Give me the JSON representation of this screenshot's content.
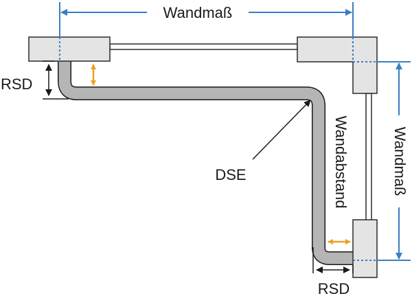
{
  "labels": {
    "wall_width_top": "Wandmaß",
    "wall_width_right": "Wandmaß",
    "wall_distance": "Wandabstand",
    "dse": "DSE",
    "rsd_left": "RSD",
    "rsd_bottom": "RSD"
  },
  "colors": {
    "dimension": "#3a7ec2",
    "arrow_accent": "#f0a020",
    "wall_fill": "#e4e4e4",
    "wall_stroke": "#2a2a2a",
    "pipe_fill": "#b5b5b5"
  }
}
